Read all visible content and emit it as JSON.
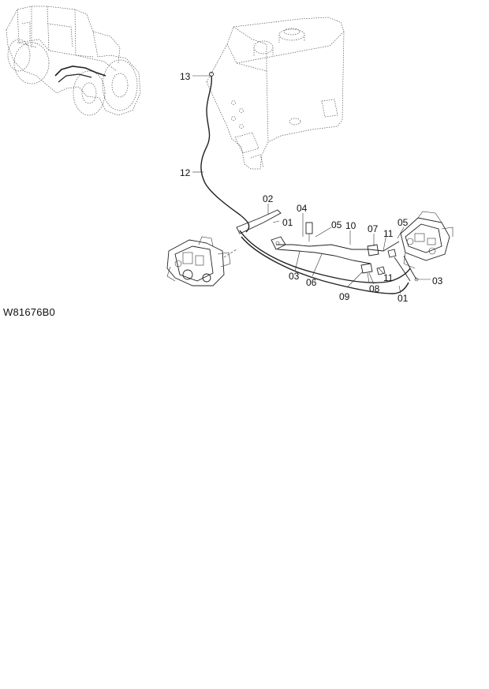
{
  "figure_id": "W81676B0",
  "callouts": {
    "c01a": "01",
    "c01b": "01",
    "c02": "02",
    "c03a": "03",
    "c03b": "03",
    "c04": "04",
    "c05a": "05",
    "c05b": "05",
    "c06": "06",
    "c07": "07",
    "c08": "08",
    "c09": "09",
    "c10": "10",
    "c11a": "11",
    "c11b": "11",
    "c12": "12",
    "c13": "13"
  }
}
